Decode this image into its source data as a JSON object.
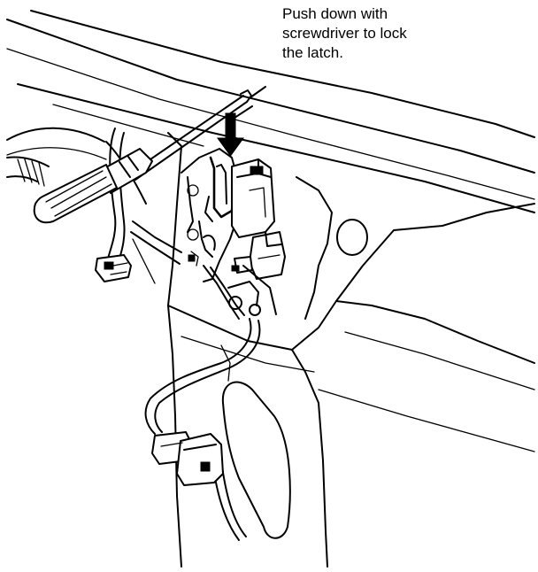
{
  "callout": {
    "lines": [
      "Push down with",
      "screwdriver to lock",
      "the latch."
    ]
  },
  "illustration": {
    "subject": "latch-mechanism",
    "tool": "screwdriver-icon",
    "arrow": "down-arrow-icon"
  }
}
